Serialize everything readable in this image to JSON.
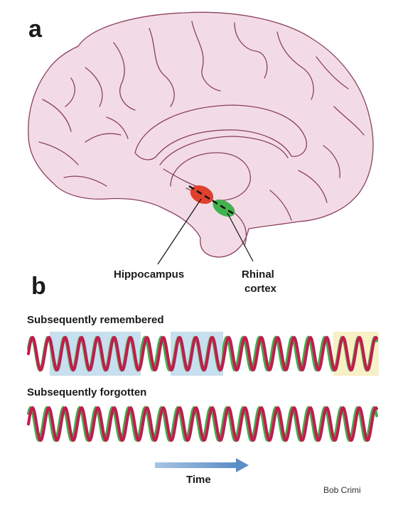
{
  "panels": {
    "a": "a",
    "b": "b"
  },
  "labels": {
    "hippocampus": "Hippocampus",
    "rhinal_line1": "Rhinal",
    "rhinal_line2": "cortex"
  },
  "rows": {
    "remembered": "Subsequently remembered",
    "forgotten": "Subsequently forgotten"
  },
  "time_label": "Time",
  "credit": "Bob Crimi",
  "colors": {
    "brain_fill": "#f3dbe6",
    "brain_stroke": "#8b4060",
    "hippocampus": "#e0412d",
    "rhinal_cortex": "#41b24e",
    "wave_red": "#c8184e",
    "wave_green": "#37b04b",
    "highlight_blue": "#c7dfee",
    "highlight_yellow": "#f8f0c6",
    "time_arrow": "#5b8dc6"
  }
}
